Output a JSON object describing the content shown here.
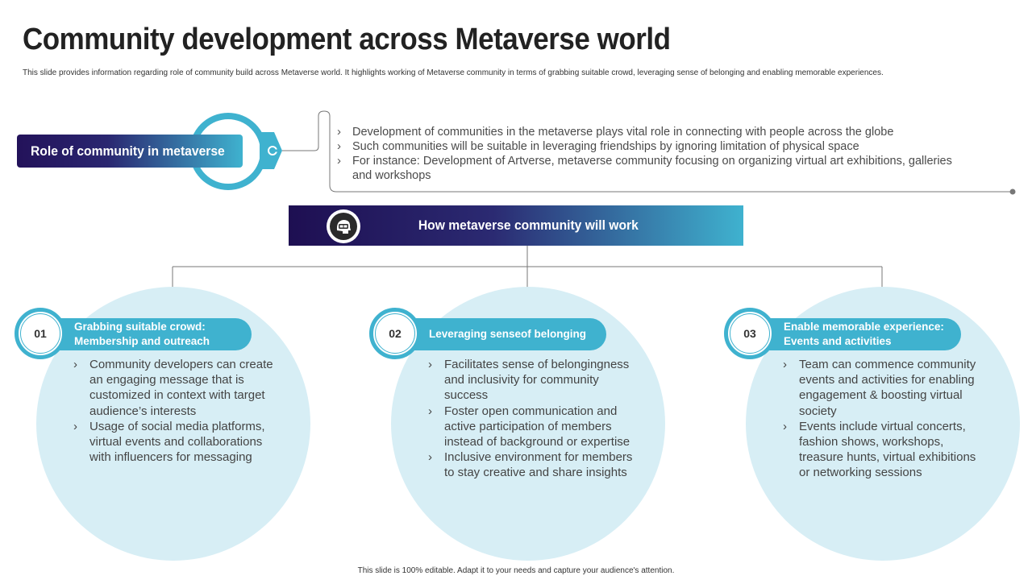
{
  "title": "Community development across Metaverse world",
  "subtitle": "This slide provides information regarding role of community build across Metaverse world. It highlights working of Metaverse community in terms of grabbing suitable crowd, leveraging sense of belonging and enabling memorable experiences.",
  "role": {
    "label": "Role of community in metaverse",
    "icon": "link-icon",
    "points": [
      "Development of communities in the metaverse plays vital role in connecting with people across the globe",
      "Such communities will be suitable in leveraging friendships by ignoring limitation of physical space",
      "For instance: Development of Artverse, metaverse community focusing on organizing virtual art exhibitions, galleries and workshops"
    ]
  },
  "work": {
    "label": "How metaverse community will work",
    "icon": "vr-head-icon"
  },
  "columns": [
    {
      "number": "01",
      "heading_line1": "Grabbing suitable crowd:",
      "heading_line2": "Membership and outreach",
      "points": [
        "Community developers can create an engaging message that is customized in context with target audience’s interests",
        "Usage of social media platforms, virtual events and collaborations with influencers for messaging"
      ]
    },
    {
      "number": "02",
      "heading_line1": "Leveraging senseof belonging",
      "heading_line2": "",
      "points": [
        "Facilitates sense of belongingness and inclusivity for community success",
        "Foster open communication and active participation of members instead of background or expertise",
        "Inclusive environment for members to stay creative and share insights"
      ]
    },
    {
      "number": "03",
      "heading_line1": "Enable memorable experience:",
      "heading_line2": "Events and activities",
      "points": [
        "Team can commence community events and activities for enabling engagement & boosting virtual society",
        "Events include virtual concerts, fashion shows, workshops, treasure hunts, virtual exhibitions or networking sessions"
      ]
    }
  ],
  "colors": {
    "accent": "#3fb2cf",
    "dark": "#23125a",
    "circle_fill": "#d7eef5"
  },
  "footer": "This slide is 100% editable. Adapt it to your needs and capture your audience's attention."
}
